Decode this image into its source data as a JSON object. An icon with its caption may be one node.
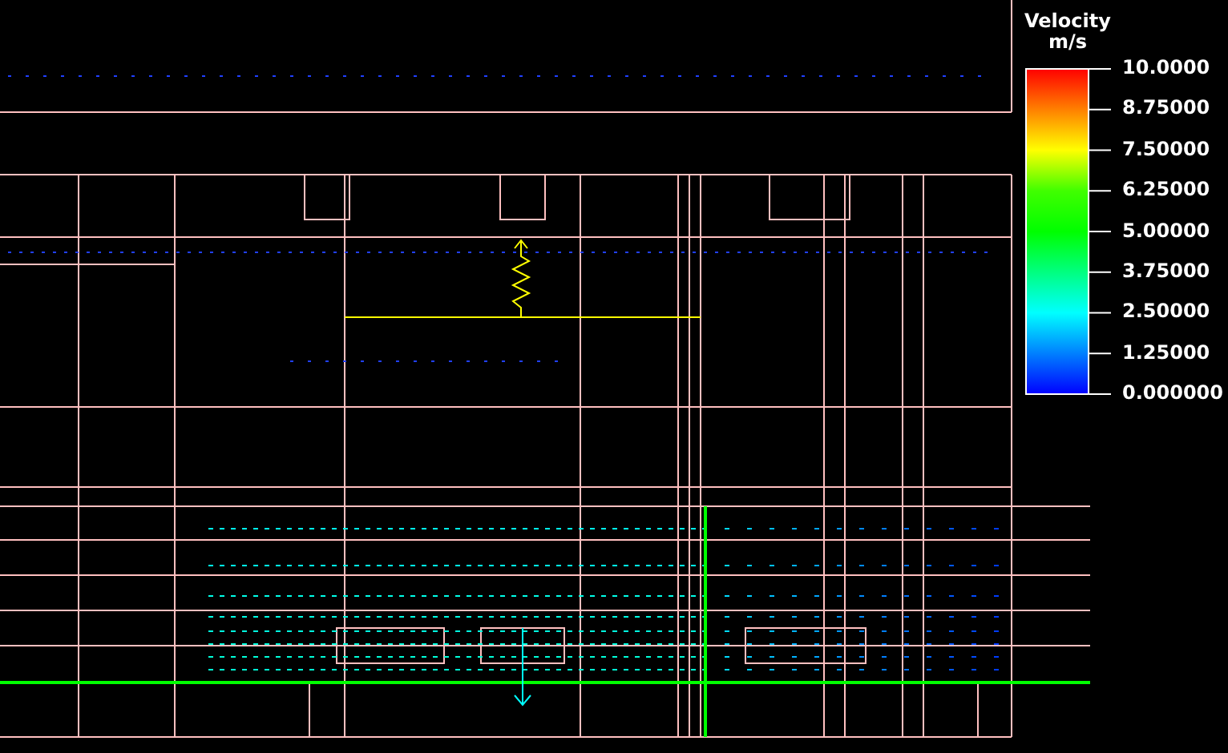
{
  "diagram": {
    "labels": [
      "Velocity m/s",
      "10.0000",
      "8.75000",
      "7.50000",
      "6.25000",
      "5.00000",
      "3.75000",
      "2.50000",
      "1.25000",
      "0.000000"
    ]
  }
}
